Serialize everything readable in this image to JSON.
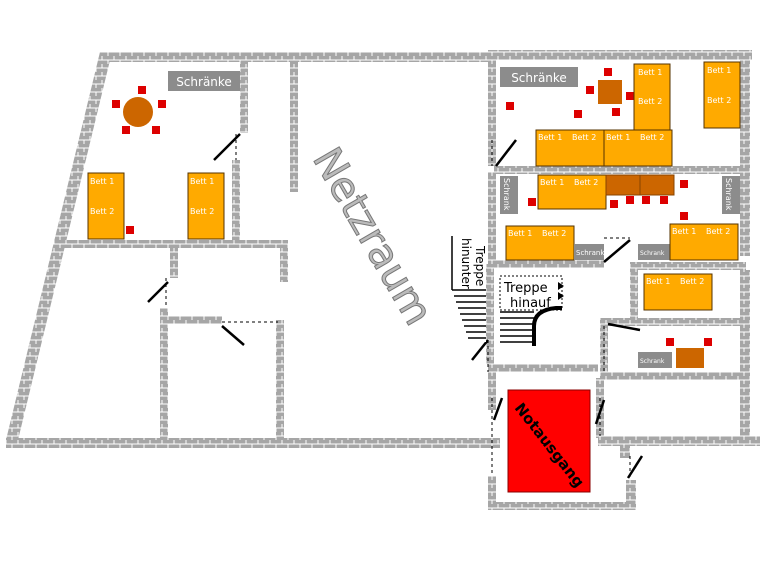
{
  "labels": {
    "wardrobe": "Schränke",
    "bed1": "Bett 1",
    "bed2": "Bett 2",
    "schrank": "Schrank",
    "netzraum": "Netzraum",
    "stairs_down_1": "Treppe",
    "stairs_down_2": "hinunter",
    "stairs_up_1": "Treppe",
    "stairs_up_2": "hinauf",
    "notausgang": "Notausgang"
  },
  "colors": {
    "wall": "#a6a6a6",
    "wall_mortar": "#ffffff",
    "bed": "#ffaa00",
    "table": "#cc6600",
    "chair": "#dd0000",
    "cabinet": "#8c8c8c",
    "emergency": "#ff0000"
  }
}
